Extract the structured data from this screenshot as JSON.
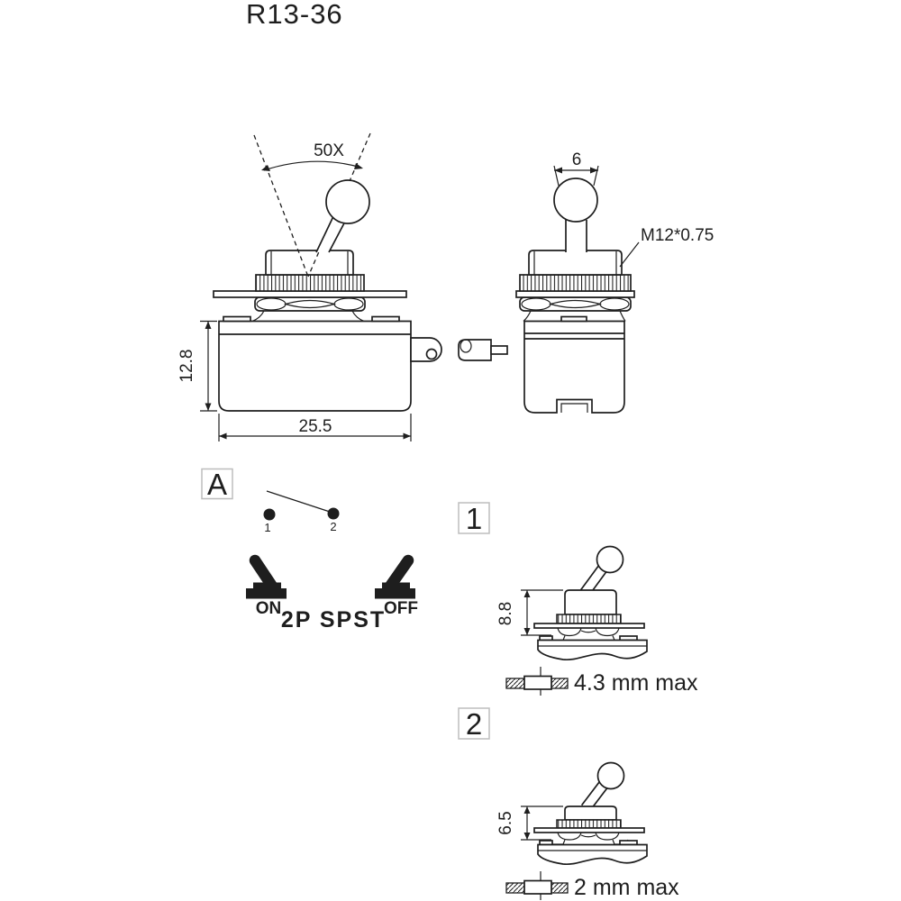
{
  "colors": {
    "line": "#1e1e1e",
    "background": "#ffffff",
    "section_box_border": "#bdbdbd"
  },
  "title": "R13-36",
  "front_view": {
    "angle_label": "50X",
    "height_dim": "12.8",
    "width_dim": "25.5"
  },
  "side_view": {
    "lever_dim": "6",
    "thread_label": "M12*0.75"
  },
  "schematic": {
    "section_label": "A",
    "terminal_1": "1",
    "terminal_2": "2",
    "on_label": "ON",
    "off_label": "OFF",
    "type_label": "2P SPST"
  },
  "mount_view_1": {
    "section_label": "1",
    "height_dim": "8.8",
    "panel_thickness_label": "4.3 mm max"
  },
  "mount_view_2": {
    "section_label": "2",
    "height_dim": "6.5",
    "panel_thickness_label": "2 mm max"
  }
}
